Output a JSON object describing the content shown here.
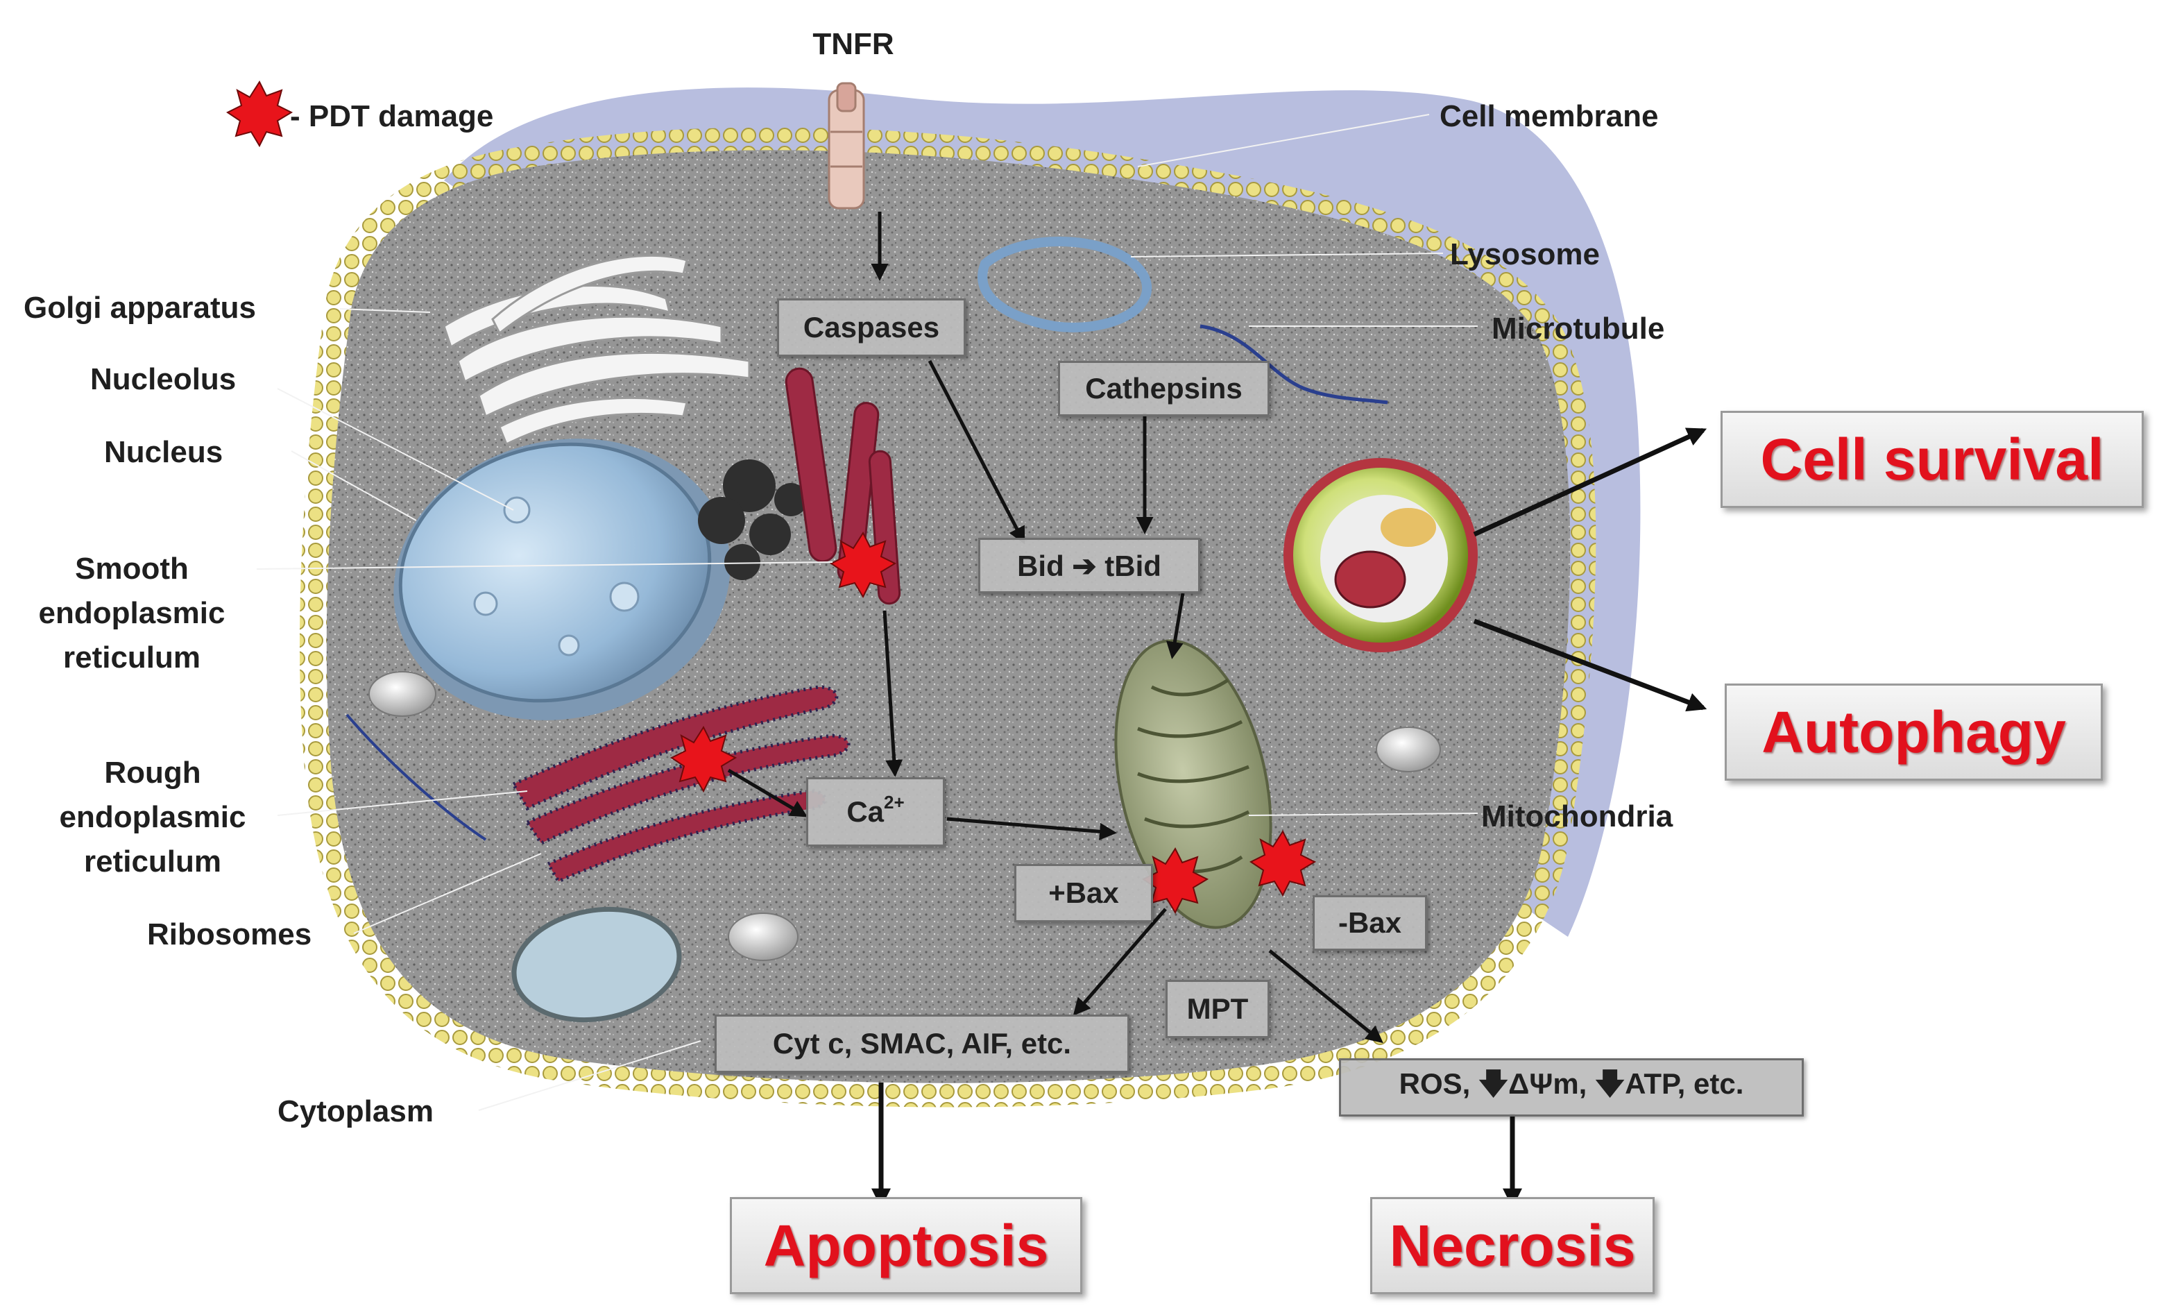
{
  "legend": {
    "damage_label": "- PDT damage"
  },
  "labels": {
    "tnfr": "TNFR",
    "cell_membrane": "Cell membrane",
    "lysosome": "Lysosome",
    "microtubule": "Microtubule",
    "golgi": "Golgi apparatus",
    "nucleolus": "Nucleolus",
    "nucleus": "Nucleus",
    "smooth_er": [
      "Smooth",
      "endoplasmic",
      "reticulum"
    ],
    "rough_er": [
      "Rough",
      "endoplasmic",
      "reticulum"
    ],
    "ribosomes": "Ribosomes",
    "cytoplasm": "Cytoplasm",
    "mitochondria": "Mitochondria"
  },
  "boxes": {
    "caspases": "Caspases",
    "cathepsins": "Cathepsins",
    "bid": "Bid ➔ tBid",
    "ca": "Ca",
    "ca_sup": "2+",
    "plus_bax": "+Bax",
    "minus_bax": "-Bax",
    "mpt": "MPT",
    "cyt": "Cyt c, SMAC, AIF, etc.",
    "ros": "ROS, 🡇ΔΨm, 🡇ATP, etc."
  },
  "outcomes": {
    "cell_survival": "Cell survival",
    "autophagy": "Autophagy",
    "apoptosis": "Apoptosis",
    "necrosis": "Necrosis"
  },
  "colors": {
    "outcome_text": "#e2111d",
    "cytoplasm": "#8f8f8f",
    "membrane_beads": "#ece184",
    "outer_region": "#b8bedf",
    "nucleus": "#9cc0df",
    "er": "#9e2a44",
    "damage": "#e8141b"
  }
}
